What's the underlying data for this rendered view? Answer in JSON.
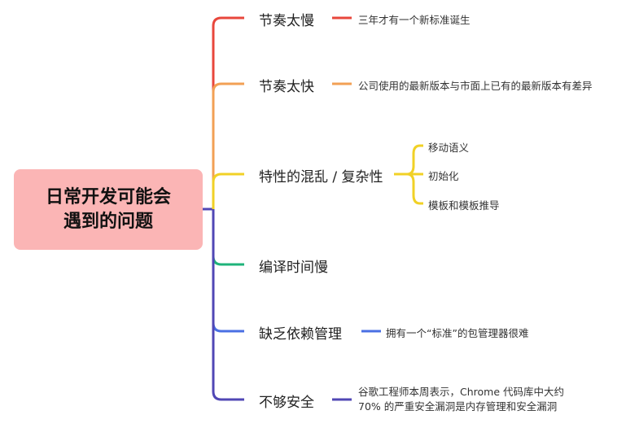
{
  "root": {
    "line1": "日常开发可能会",
    "line2": "遇到的问题"
  },
  "branches": [
    {
      "label": "节奏太慢",
      "color": "#e8473c",
      "details": [
        "三年才有一个新标准诞生"
      ]
    },
    {
      "label": "节奏太快",
      "color": "#f2a055",
      "details": [
        "公司使用的最新版本与市面上已有的最新版本有差异"
      ]
    },
    {
      "label": "特性的混乱 / 复杂性",
      "color": "#f1d126",
      "details": [
        "移动语义",
        "初始化",
        "模板和模板推导"
      ]
    },
    {
      "label": "编译时间慢",
      "color": "#1fb37a",
      "details": []
    },
    {
      "label": "缺乏依赖管理",
      "color": "#4a6fe3",
      "details": [
        "拥有一个“标准”的包管理器很难"
      ]
    },
    {
      "label": "不够安全",
      "color": "#5047b5",
      "details": [
        "谷歌工程师本周表示，Chrome 代码库中大约",
        "70% 的严重安全漏洞是内存管理和安全漏洞"
      ]
    }
  ]
}
